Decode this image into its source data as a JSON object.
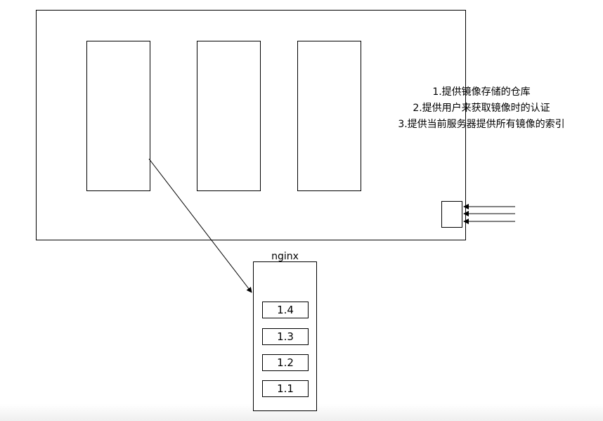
{
  "notes": [
    "1.提供镜像存储的仓库",
    "2.提供用户来获取镜像时的认证",
    "3.提供当前服务器提供所有镜像的索引"
  ],
  "nginx": {
    "label": "nginx",
    "versions": [
      "1.4",
      "1.3",
      "1.2",
      "1.1"
    ]
  }
}
